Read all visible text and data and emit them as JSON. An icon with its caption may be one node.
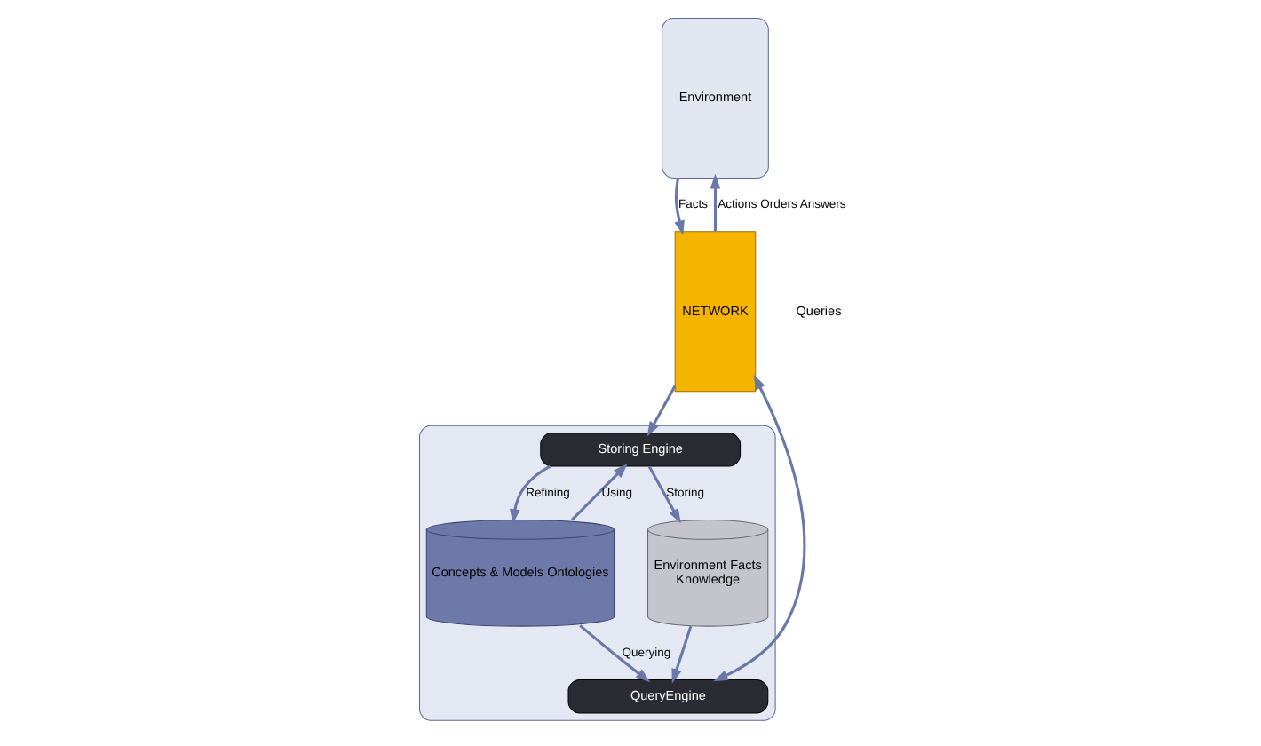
{
  "diagram": {
    "nodes": [
      {
        "text": [
          "Environment"
        ]
      },
      {
        "text": [
          "NETWORK"
        ]
      },
      {
        "text": [],
        "shape": "box"
      },
      {
        "text": [
          "Storing Engine"
        ],
        "in": 2
      },
      {
        "text": [
          "Concepts & Models Ontologies"
        ],
        "in": 2
      },
      {
        "text": [
          "Environment Facts",
          "Knowledge"
        ],
        "in": 2
      },
      {
        "text": [
          "QueryEngine"
        ],
        "in": 2
      }
    ],
    "edges": [
      {
        "from": 0,
        "to": 1,
        "arrow": "to",
        "label": "Facts"
      },
      {
        "from": 1,
        "to": 3,
        "arrow": "to"
      },
      {
        "from": 3,
        "to": 4,
        "arrow": "to",
        "label": "Refining"
      },
      {
        "from": 4,
        "to": 3,
        "arrow": "to",
        "label": "Using"
      },
      {
        "from": 3,
        "to": 5,
        "arrow": "to",
        "label": "Storing"
      },
      {
        "from": 4,
        "to": 6,
        "arrow": "to",
        "label": "Querying"
      },
      {
        "from": 5,
        "to": 6,
        "arrow": "to"
      },
      {
        "from": 1,
        "to": 6,
        "arrow": "both"
      },
      {
        "from": 1,
        "to": 0,
        "arrow": "to",
        "label": "Actions Orders Answers"
      }
    ],
    "labels": [
      "Queries"
    ]
  }
}
